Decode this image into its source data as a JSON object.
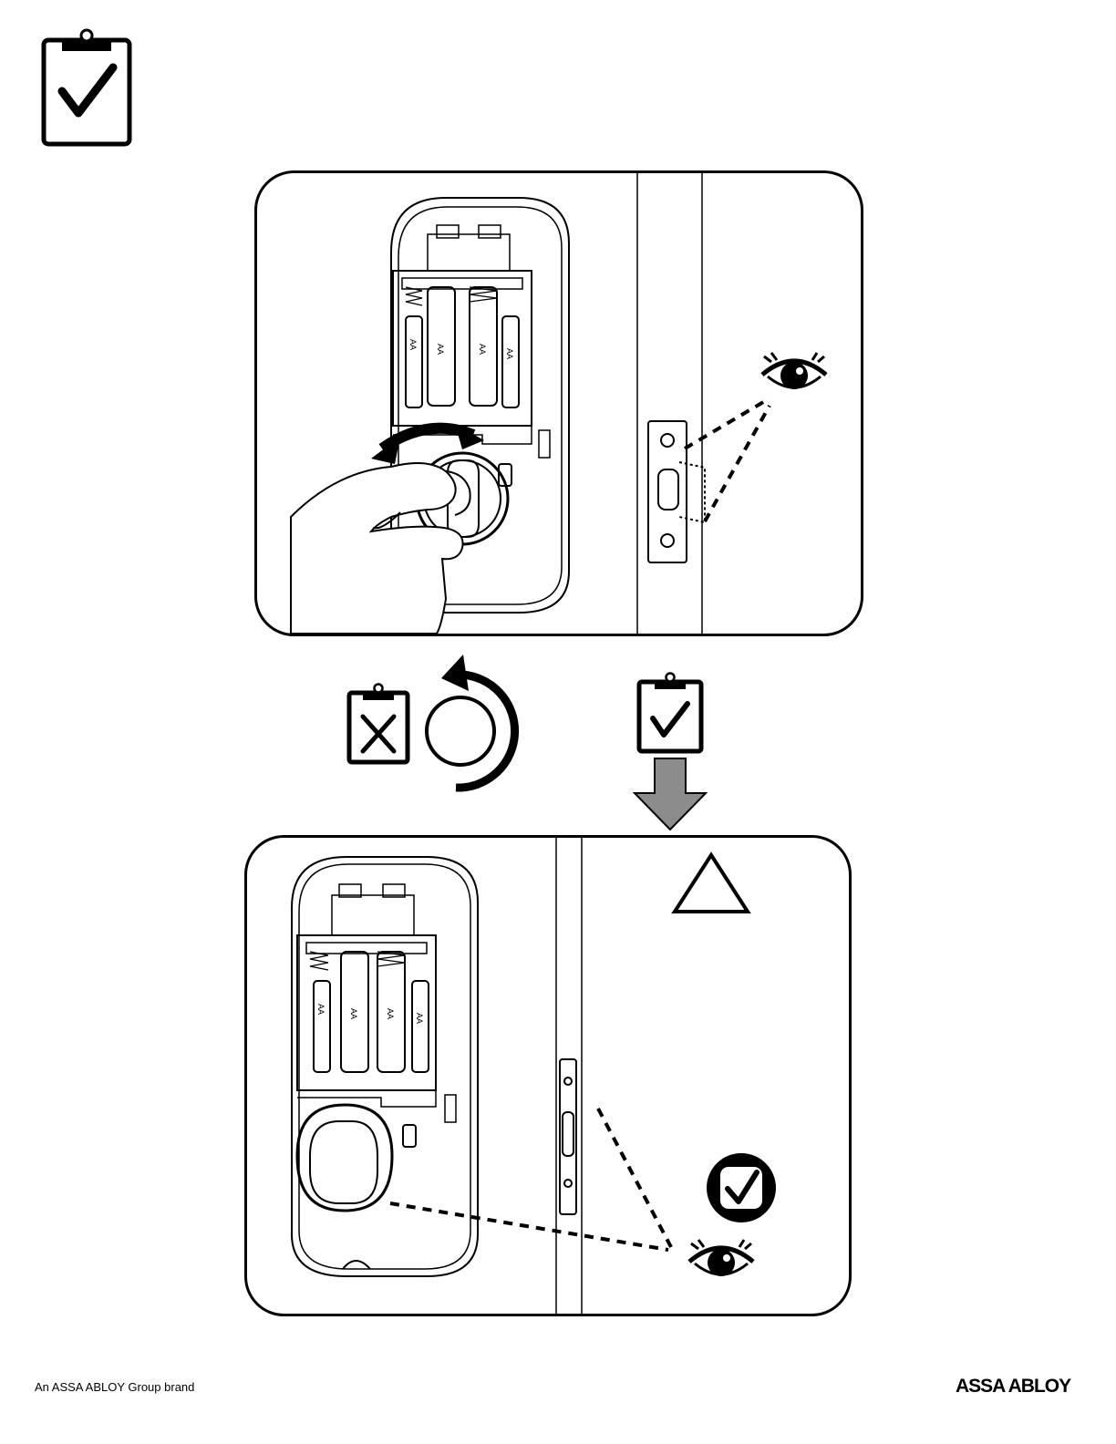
{
  "header": {
    "icon": "clipboard-check-icon"
  },
  "panel_top": {
    "battery_label_1": "AA",
    "battery_label_2": "AA",
    "battery_label_3": "AA",
    "battery_label_4": "AA"
  },
  "middle": {
    "fail_icon": "clipboard-x-icon",
    "retry_icon": "rotate-ccw-icon",
    "pass_icon": "clipboard-check-icon",
    "arrow_icon": "down-arrow-icon",
    "arrow_color": "#8c8c8c"
  },
  "panel_bottom": {
    "battery_label_1": "AA",
    "battery_label_2": "AA",
    "battery_label_3": "AA",
    "battery_label_4": "AA",
    "warning_icon": "warning-triangle-icon",
    "ok_icon": "circle-check-icon",
    "eye_icon": "eye-icon"
  },
  "footer": {
    "brand_line": "An ASSA ABLOY Group brand",
    "logo": "ASSA ABLOY"
  }
}
